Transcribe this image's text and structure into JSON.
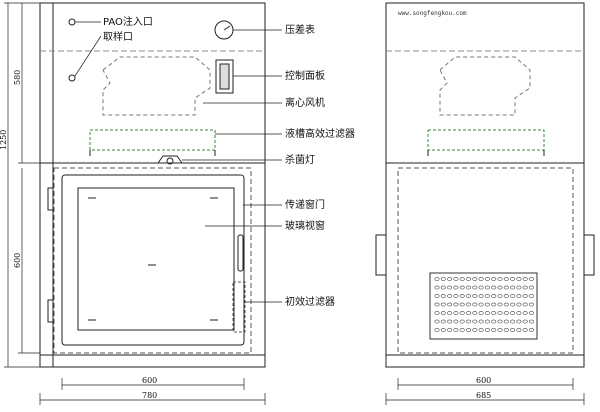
{
  "watermark": "www.songfengkou.com",
  "labels": {
    "pao": "PAO注入口",
    "sample": "取样口",
    "gauge": "压差表",
    "panel": "控制面板",
    "fan": "离心风机",
    "hepa": "液槽高效过滤器",
    "uv": "杀菌灯",
    "door": "传递窗门",
    "glass": "玻璃视窗",
    "prefilter": "初效过滤器"
  },
  "dims": {
    "front_height_total": "1250",
    "front_height_top": "580",
    "front_height_bottom": "600",
    "front_width_inner": "600",
    "front_width_outer": "780",
    "side_width_inner": "600",
    "side_width_outer": "685"
  }
}
